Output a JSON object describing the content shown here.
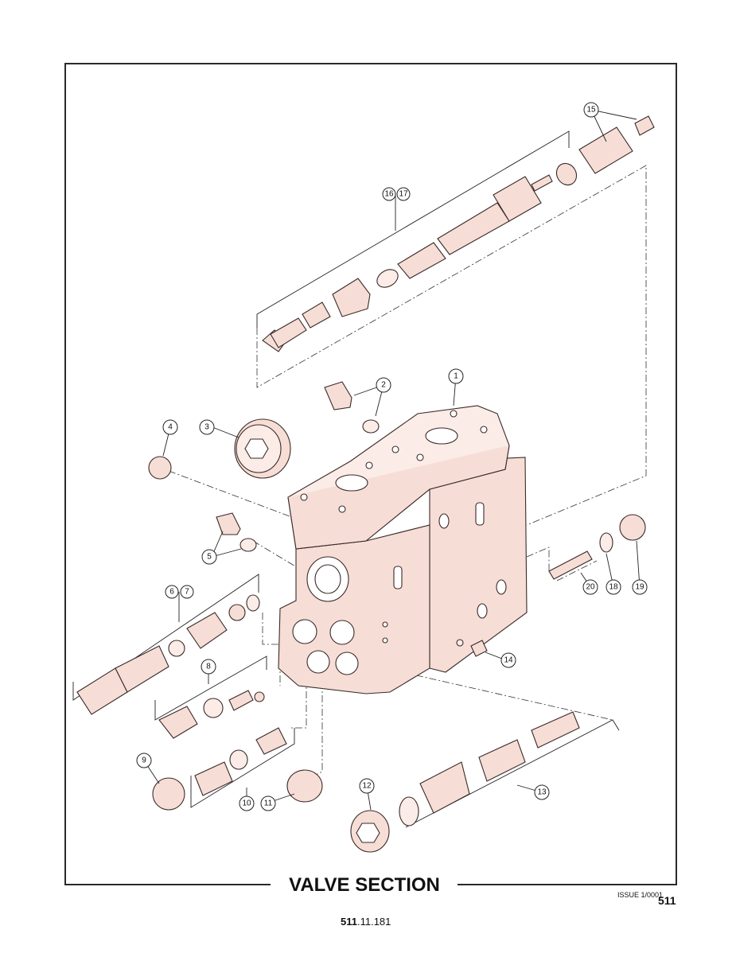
{
  "title": "VALVE SECTION",
  "issue": "ISSUE 1/0001",
  "sheet_number": "511",
  "reference": {
    "bold": "511",
    "rest": ".11.181"
  },
  "callouts": [
    "1",
    "2",
    "3",
    "4",
    "5",
    "6",
    "7",
    "8",
    "9",
    "10",
    "11",
    "12",
    "13",
    "14",
    "15",
    "16",
    "17",
    "18",
    "19",
    "20"
  ],
  "colors": {
    "part_fill": "#f6ded6",
    "outline": "#3a2a28",
    "frame": "#2a2a2a"
  }
}
